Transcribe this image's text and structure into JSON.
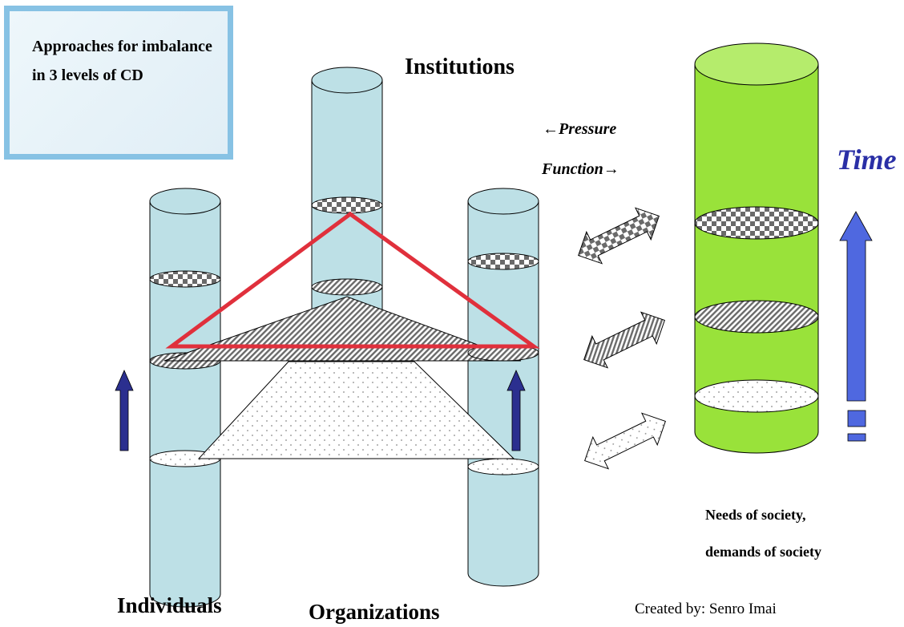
{
  "title_box": {
    "text": "Approaches for imbalance in 3 levels of CD"
  },
  "labels": {
    "institutions": "Institutions",
    "individuals": "Individuals",
    "organizations": "Organizations",
    "pressure": "←Pressure",
    "function": "Function→",
    "time": "Time",
    "needs_line1": "Needs of society,",
    "needs_line2": "demands of society",
    "credit": "Created by: Senro Imai"
  },
  "colors": {
    "cylinder_fill": "#bde0e6",
    "society_cylinder_fill": "#99e23a",
    "triangle_outline": "#e0303c",
    "level_arrow": "#2b2f8f",
    "time_arrow": "#4f68e0",
    "time_text": "#2a2fa6",
    "title_box_border": "#87c2e4"
  },
  "icons": [
    "checker-pattern",
    "hatch-pattern",
    "dot-pattern",
    "double-arrow-icon",
    "up-arrow-icon"
  ]
}
